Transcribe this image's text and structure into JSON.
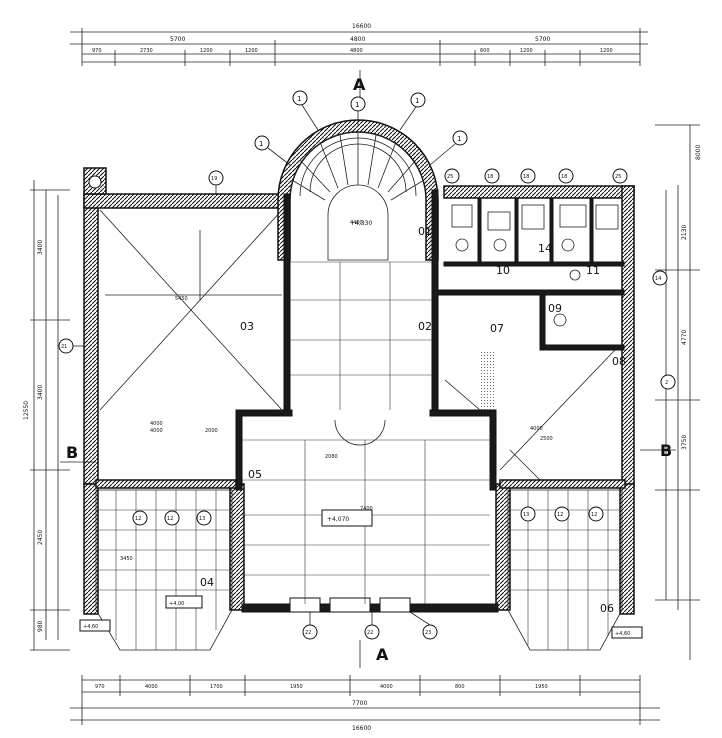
{
  "rooms": {
    "r01": "01",
    "r02": "02",
    "r03": "03",
    "r04": "04",
    "r05": "05",
    "r06": "06",
    "r07": "07",
    "r08": "08",
    "r09": "09",
    "r10": "10",
    "r11": "11",
    "r14": "14"
  },
  "section_marks": {
    "a_top": "A",
    "a_bottom": "A",
    "b_left": "B",
    "b_right": "B"
  },
  "levels": {
    "center": "+4,070",
    "left_terrace": "+4,00",
    "left_bottom": "+4,60",
    "right_bottom": "+4,60",
    "stair": "+4,330"
  },
  "dims_top": {
    "overall": "16600",
    "row2_left": "5700",
    "row2_mid": "4800",
    "row2_right": "5700",
    "row3": [
      "970",
      "2730",
      "1200",
      "1200",
      "4800",
      "600",
      "1200",
      "1200"
    ]
  },
  "dims_bottom": {
    "overall": "16600",
    "row2": "7700",
    "row1": [
      "970",
      "4000",
      "1700",
      "1950",
      "4000",
      "800",
      "1950"
    ]
  },
  "dims_left": {
    "overall": "12550",
    "a": "3400",
    "b": "3400",
    "c": "2450",
    "d": "980"
  },
  "dims_right": {
    "overall": "8000",
    "a": "2130",
    "b": "4770",
    "c": "3750"
  },
  "grid_labels": {
    "circle_1": "1",
    "circle_19": "19",
    "circle_25": "25",
    "circle_18": "18",
    "circle_21": "21",
    "circle_22": "22",
    "circle_23": "23",
    "circle_13": "13",
    "circle_12": "12",
    "circle_2": "2",
    "circle_14": "14"
  },
  "inner_dims": {
    "d4000a": "4000",
    "d4000b": "4000",
    "d4000c": "4000",
    "d2000": "2000",
    "d2500": "2500",
    "d3450": "3450",
    "d5450": "5450",
    "d4400": "4400",
    "d7400": "7400",
    "d2080": "2080"
  }
}
